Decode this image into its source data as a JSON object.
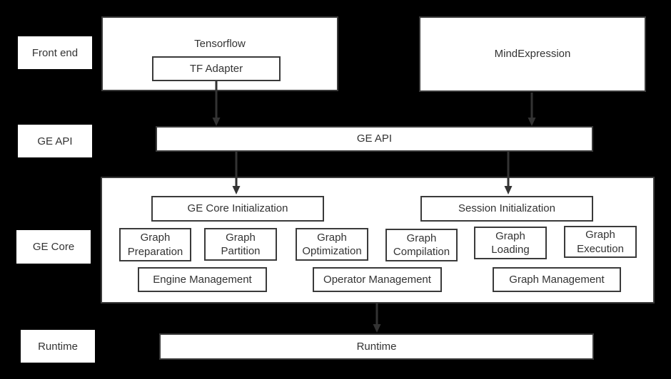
{
  "colors": {
    "background": "#000000",
    "box_fill": "#ffffff",
    "box_border": "#3a3a3a",
    "text": "#333333",
    "arrow": "#333333"
  },
  "side_labels": [
    "Front end",
    "GE API",
    "GE Core",
    "Runtime"
  ],
  "frontend": {
    "tensorflow_label": "Tensorflow",
    "tf_adapter_label": "TF Adapter",
    "mindexpression_label": "MindExpression"
  },
  "ge_api_label": "GE API",
  "ge_core": {
    "initialization": [
      "GE Core Initialization",
      "Session Initialization"
    ],
    "stages": [
      "Graph Preparation",
      "Graph Partition",
      "Graph Optimization",
      "Graph Compilation",
      "Graph Loading",
      "Graph Execution"
    ],
    "management": [
      "Engine Management",
      "Operator Management",
      "Graph Management"
    ]
  },
  "runtime_label": "Runtime"
}
